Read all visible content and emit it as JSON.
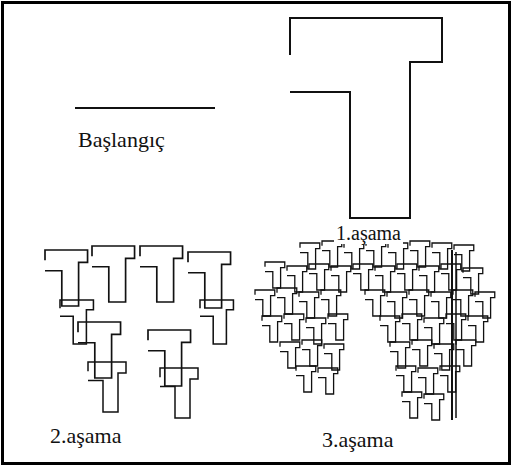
{
  "diagram": {
    "labels": [
      "Başlangıç",
      "1.aşama",
      "2.aşama",
      "3.aşama"
    ]
  }
}
